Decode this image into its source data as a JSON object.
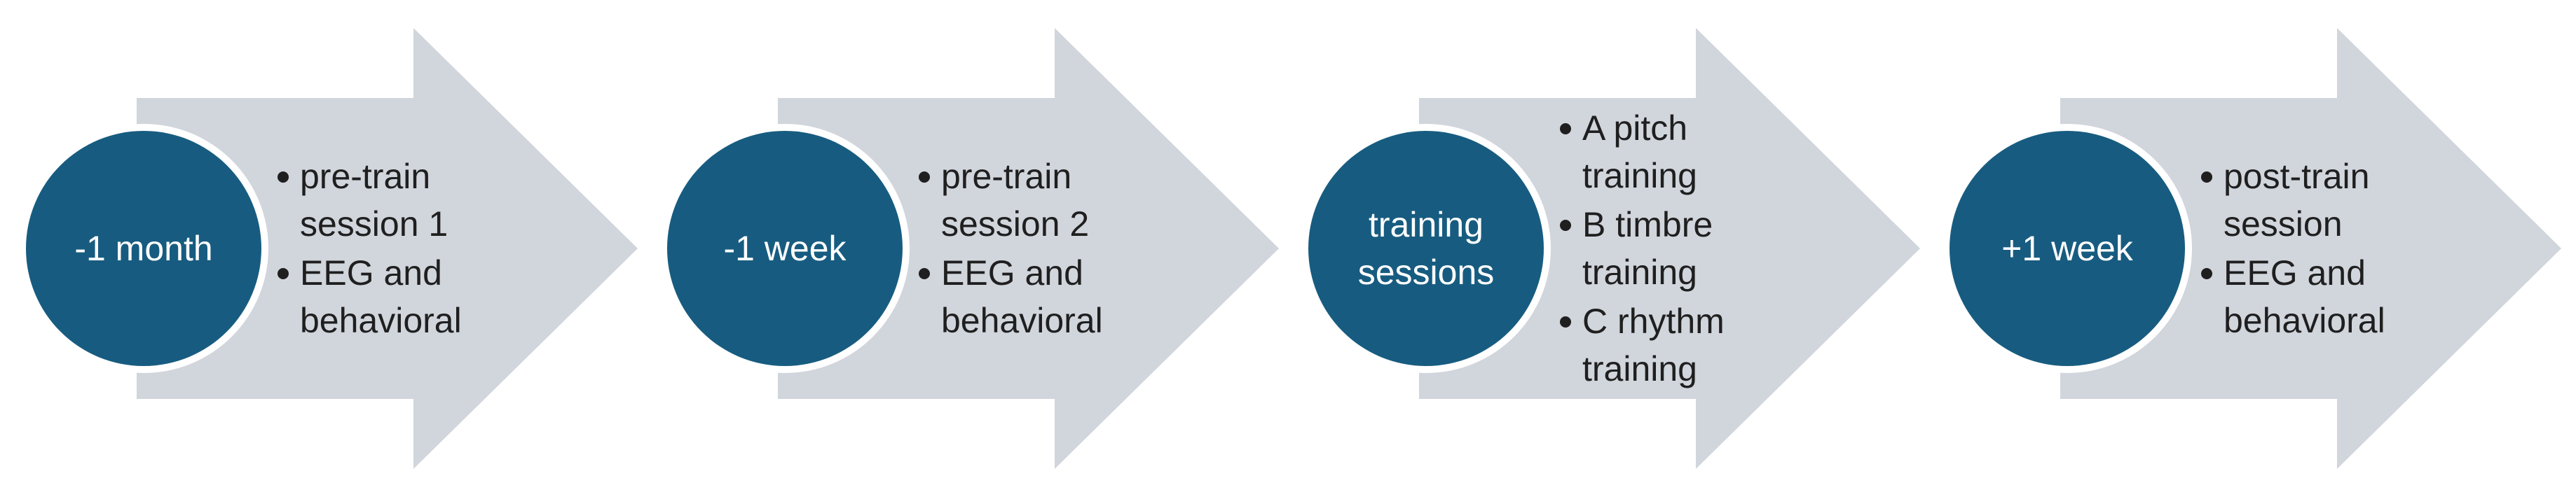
{
  "colors": {
    "arrow_fill": "#d1d5dc",
    "circle_fill": "#175c80",
    "circle_border": "#ffffff",
    "circle_text": "#ffffff",
    "bullet_text": "#1f1f1f"
  },
  "stages": [
    {
      "label_lines": [
        "-1 month"
      ],
      "bullets": [
        [
          "pre-train",
          "session 1"
        ],
        [
          "EEG and",
          "behavioral"
        ]
      ]
    },
    {
      "label_lines": [
        "-1 week"
      ],
      "bullets": [
        [
          "pre-train",
          "session 2"
        ],
        [
          "EEG and",
          "behavioral"
        ]
      ]
    },
    {
      "label_lines": [
        "training",
        "sessions"
      ],
      "bullets": [
        [
          "A pitch",
          "training"
        ],
        [
          "B timbre",
          "training"
        ],
        [
          "C rhythm",
          "training"
        ]
      ]
    },
    {
      "label_lines": [
        "+1 week"
      ],
      "bullets": [
        [
          "post-train",
          "session"
        ],
        [
          "EEG and",
          "behavioral"
        ]
      ]
    }
  ]
}
